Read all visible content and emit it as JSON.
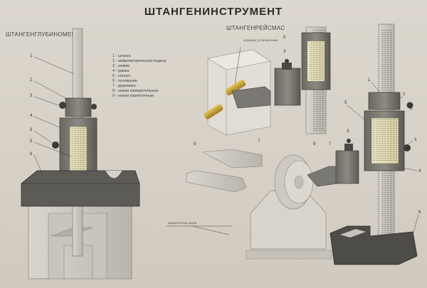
{
  "poster": {
    "title": "ШТАНГЕНИНСТРУМЕНТ",
    "left_heading": "ШТАНГЕНГЛУБИНОМЕР",
    "right_heading": "ШТАНГЕНРЕЙСМАС",
    "legend": [
      "1 - штанга",
      "2 - микрометрическая подача",
      "3 - зажим",
      "4 - рамка",
      "5 - нониус",
      "6 - основание",
      "7 - державка",
      "8 - ножки измерительные",
      "9 - ножки разметочные"
    ],
    "small_labels": {
      "pins": "шпильки установочные",
      "line": "разметочные риски"
    },
    "numbers": {
      "depth_gauge": [
        "1",
        "2",
        "3",
        "4",
        "3",
        "5",
        "6"
      ],
      "height_gauge": [
        "1",
        "2",
        "3",
        "5",
        "3",
        "4",
        "6"
      ],
      "middle": [
        "5",
        "3",
        "7",
        "8",
        "9",
        "7",
        "3"
      ]
    }
  },
  "colors": {
    "background": "#d8d2c8",
    "metal_dark": "#5a5954",
    "metal_mid": "#8a8780",
    "metal_light": "#c9c5bc",
    "scale_yellow": "#e3dcb0",
    "brass": "#c9a63c",
    "ink": "#2a2a2a"
  }
}
